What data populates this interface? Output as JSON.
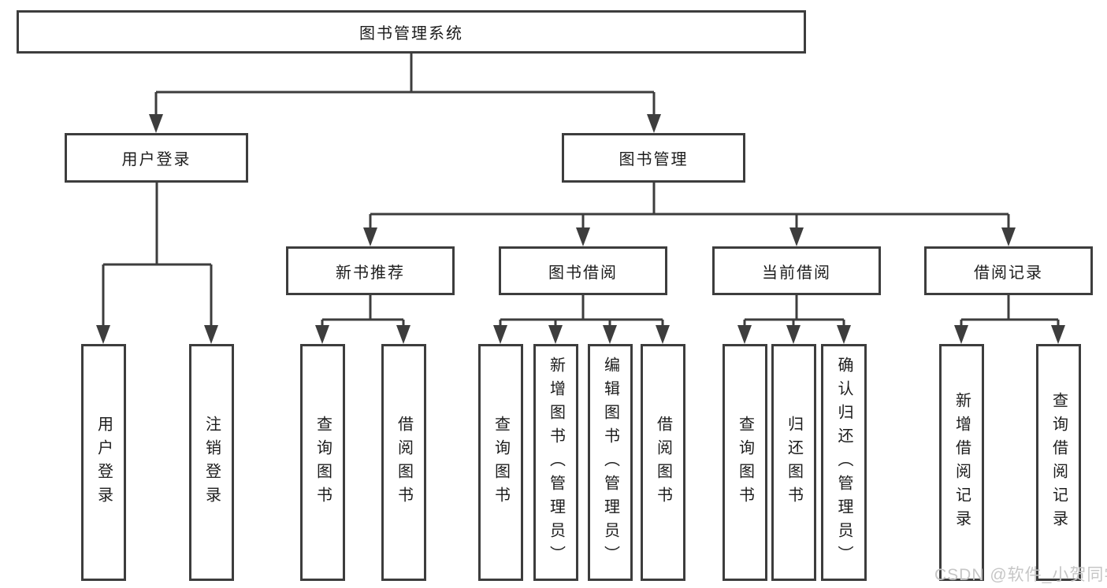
{
  "colors": {
    "line": "#3d3d3d",
    "box_border": "#3d3d3d",
    "text": "#1c1c1c",
    "watermark": "#c6c6c6",
    "background": "#ffffff"
  },
  "watermark": "CSDN @软件_小贺同学",
  "tree": {
    "label": "图书管理系统",
    "children": [
      {
        "label": "用户登录",
        "children": [
          {
            "label": "用户登录"
          },
          {
            "label": "注销登录"
          }
        ]
      },
      {
        "label": "图书管理",
        "children": [
          {
            "label": "新书推荐",
            "children": [
              {
                "label": "查询图书"
              },
              {
                "label": "借阅图书"
              }
            ]
          },
          {
            "label": "图书借阅",
            "children": [
              {
                "label": "查询图书"
              },
              {
                "label": "新增图书（管理员）"
              },
              {
                "label": "编辑图书（管理员）"
              },
              {
                "label": "借阅图书"
              }
            ]
          },
          {
            "label": "当前借阅",
            "children": [
              {
                "label": "查询图书"
              },
              {
                "label": "归还图书"
              },
              {
                "label": "确认归还（管理员）"
              }
            ]
          },
          {
            "label": "借阅记录",
            "children": [
              {
                "label": "新增借阅记录"
              },
              {
                "label": "查询借阅记录"
              }
            ]
          }
        ]
      }
    ]
  }
}
